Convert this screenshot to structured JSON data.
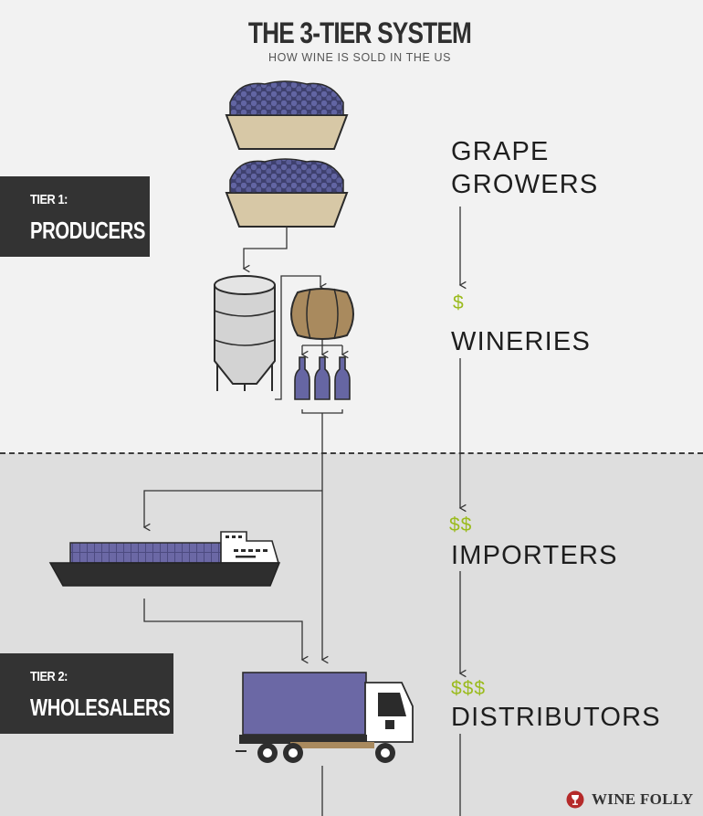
{
  "header": {
    "title": "THE 3-TIER SYSTEM",
    "subtitle": "HOW WINE IS SOLD IN THE US"
  },
  "tiers": [
    {
      "label": "TIER 1:",
      "name": "PRODUCERS"
    },
    {
      "label": "TIER 2:",
      "name": "WHOLESALERS"
    }
  ],
  "stages": [
    {
      "line1": "GRAPE",
      "line2": "GROWERS"
    },
    {
      "line1": "WINERIES"
    },
    {
      "line1": "IMPORTERS"
    },
    {
      "line1": "DISTRIBUTORS"
    }
  ],
  "prices": [
    "$",
    "$$",
    "$$$"
  ],
  "brand": {
    "name": "WINE FOLLY"
  },
  "colors": {
    "top_background": "#f2f2f2",
    "bottom_background": "#dedede",
    "tier_box": "#333333",
    "price_green": "#9bbb1e",
    "grape_purple": "#5c5f9c",
    "crate_tan": "#d7c8a6",
    "barrel_brown": "#a98a5e",
    "bottle_purple": "#6666a3",
    "logo_red": "#b52a2a"
  },
  "icons": [
    "grape-crate-icon",
    "fermentation-tank-icon",
    "barrel-icon",
    "wine-bottle-icon",
    "cargo-ship-icon",
    "delivery-truck-icon",
    "wine-folly-logo-icon"
  ]
}
